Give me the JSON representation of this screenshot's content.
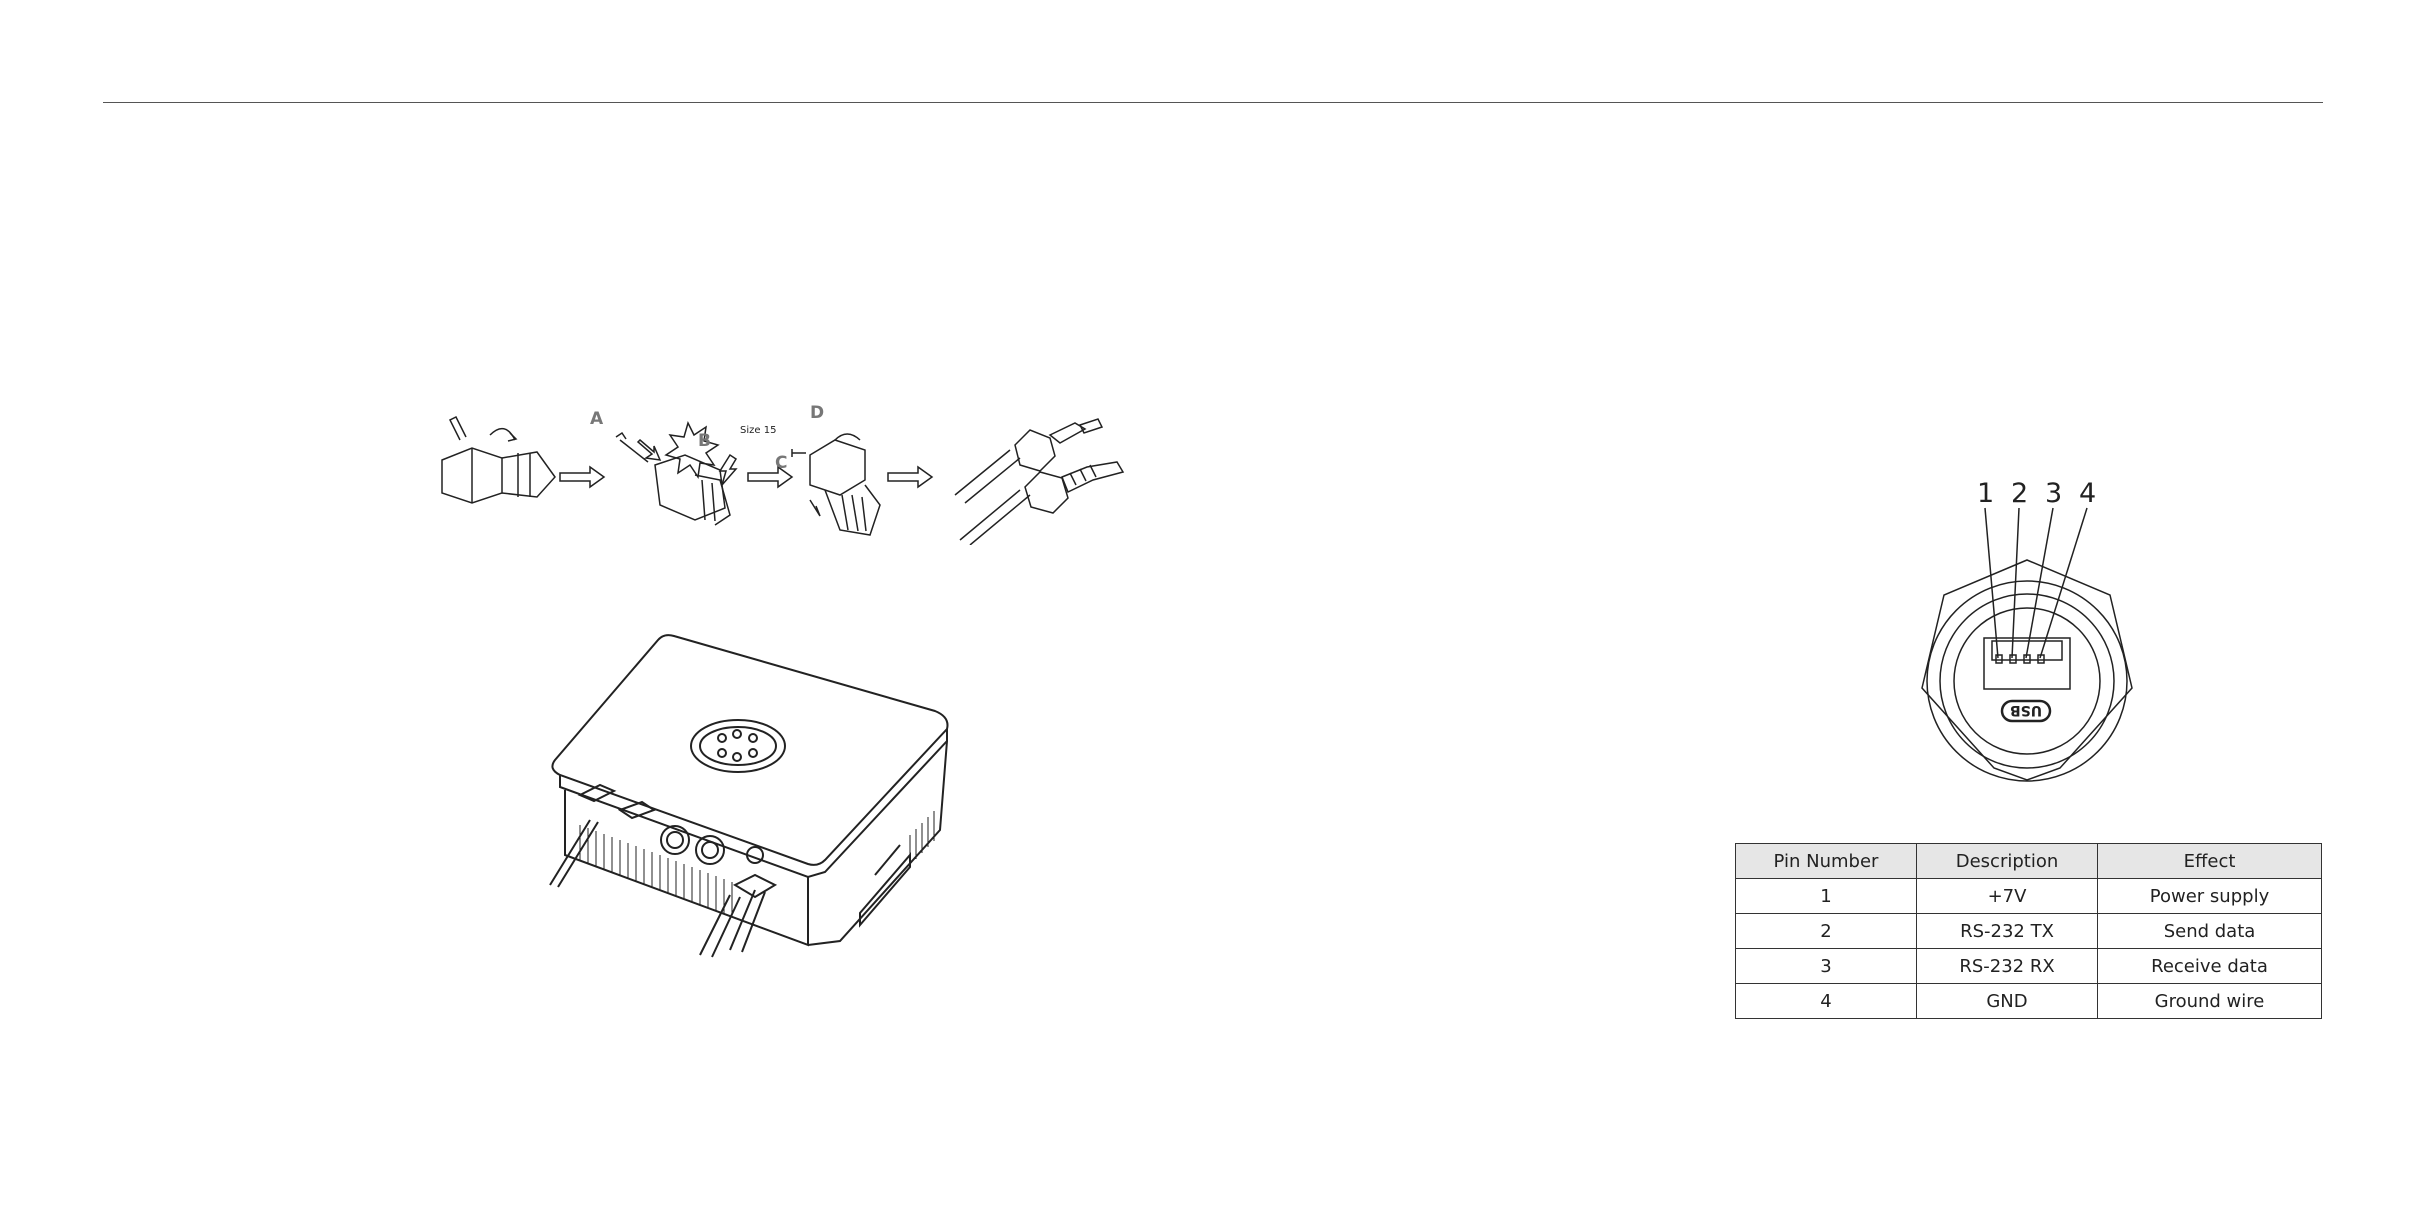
{
  "figures": {
    "steps": {
      "labels": {
        "a": "A",
        "b": "B",
        "c": "C",
        "d": "D",
        "size": "Size 15"
      }
    },
    "usb": {
      "pins": [
        "1",
        "2",
        "3",
        "4"
      ],
      "port_label": "USB"
    }
  },
  "table": {
    "headers": [
      "Pin Number",
      "Description",
      "Effect"
    ],
    "rows": [
      [
        "1",
        "+7V",
        "Power supply"
      ],
      [
        "2",
        "RS-232 TX",
        "Send data"
      ],
      [
        "3",
        "RS-232 RX",
        "Receive data"
      ],
      [
        "4",
        "GND",
        "Ground wire"
      ]
    ]
  }
}
